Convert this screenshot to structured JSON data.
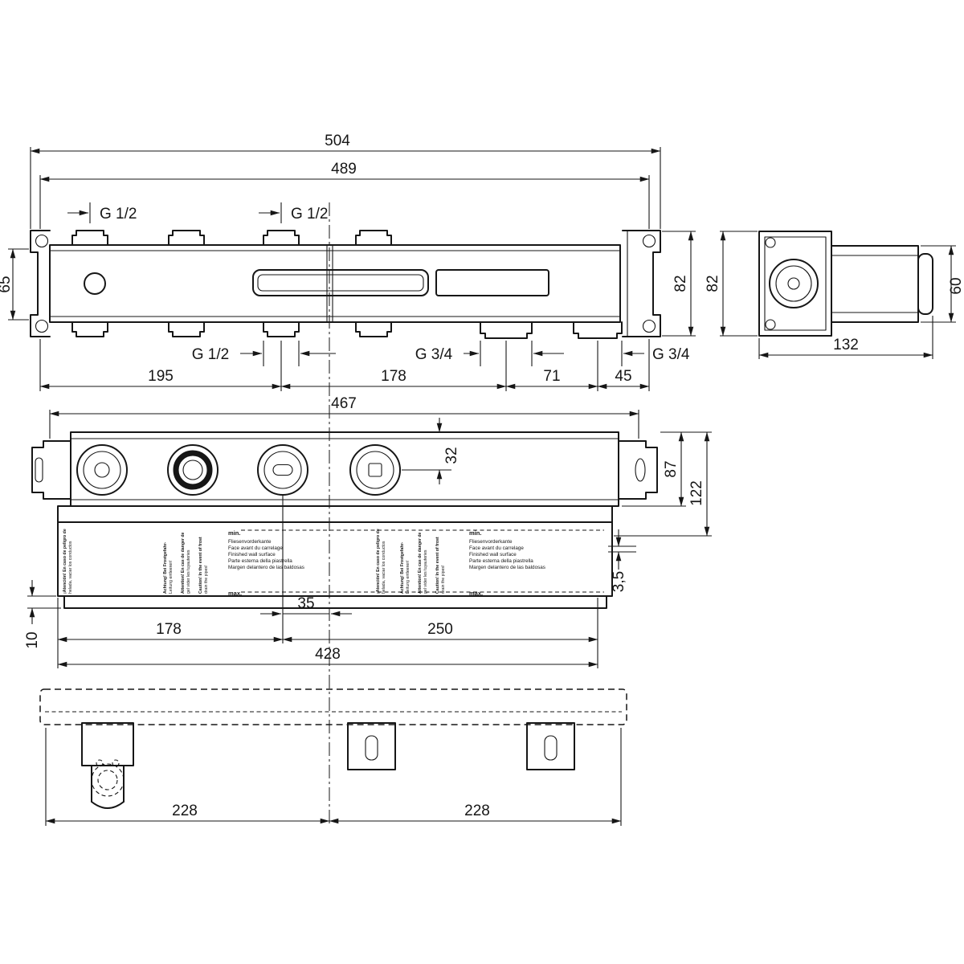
{
  "top_view": {
    "dim_overall_width": "504",
    "dim_inner_width": "489",
    "thread_top_left": "G 1/2",
    "thread_top_right": "G 1/2",
    "dim_height_left": "65",
    "dim_height_right": "82",
    "thread_bottom_g12": "G 1/2",
    "thread_bottom_g34_left": "G 3/4",
    "thread_bottom_g34_right": "G 3/4",
    "dim_seg1": "195",
    "dim_seg2": "178",
    "dim_seg3": "71",
    "dim_seg4": "45"
  },
  "side_view": {
    "dim_height": "82",
    "dim_outlet_height": "60",
    "dim_depth": "132"
  },
  "front_view": {
    "dim_width": "467",
    "dim_axis_offset": "32",
    "dim_body_height": "87",
    "dim_overall_height": "122",
    "dim_tile_offset": "3,5",
    "dim_center_offset": "35",
    "dim_left": "178",
    "dim_right": "250",
    "dim_plate_width": "428",
    "dim_lip_height": "10",
    "label_min": "min.",
    "label_max": "max.",
    "warning_de_1": "Achtung! Bei Frostgefahr-",
    "warning_de_2": "Leitung entleeren!",
    "warning_fr_1": "Attention! En cas de danger de",
    "warning_fr_2": "gel vider les tuyauteries",
    "warning_en_1": "Caution! In the event of frost",
    "warning_en_2": "drain the pipes!",
    "warning_es_1": "¡Atención! En caso de peligro de",
    "warning_es_2": "helada, vaciar los conductos",
    "wall_line_1": "Fliesenvorderkante",
    "wall_line_2": "Face avant du carrelage",
    "wall_line_3": "Finished wall surface",
    "wall_line_4": "Parte esterna della piastrella",
    "wall_line_5": "Margen delantero de las baldosas"
  },
  "bottom_view": {
    "dim_left": "228",
    "dim_right": "228"
  }
}
